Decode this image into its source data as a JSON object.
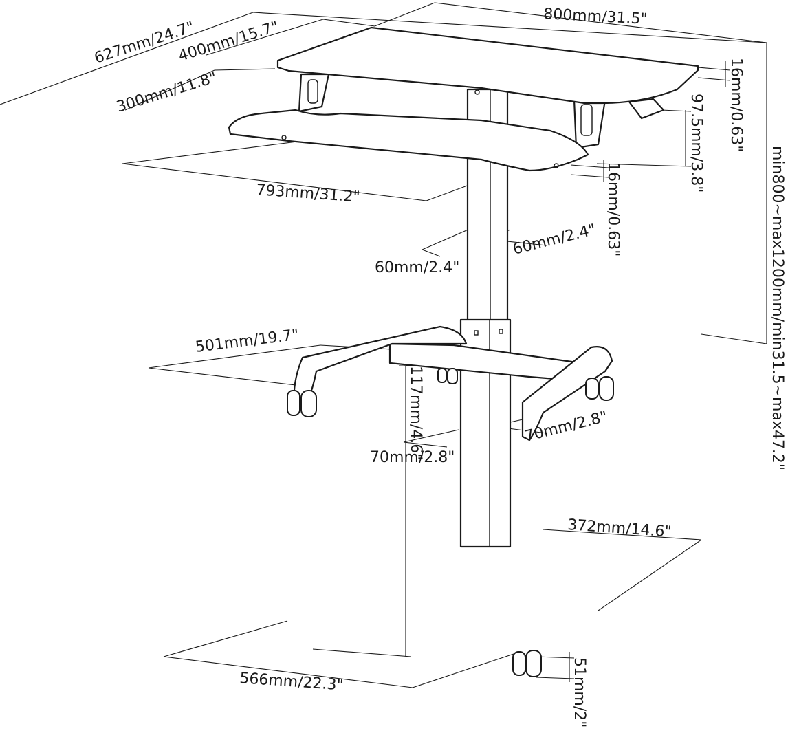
{
  "dimensions": {
    "depth_total": "627mm/24.7\"",
    "depth_top": "400mm/15.7\"",
    "depth_keyboard": "300mm/11.8\"",
    "width_top": "800mm/31.5\"",
    "width_keyboard": "793mm/31.2\"",
    "thickness_top": "16mm/0.63\"",
    "thickness_keyboard": "16mm/0.63\"",
    "gap_top_keyboard": "97.5mm/3.8\"",
    "height_range": "min800~max1200mm/min31.5~max47.2\"",
    "upper_column_a": "60mm/2.4\"",
    "upper_column_b": "60mm/2.4\"",
    "lower_column_a": "70mm/2.8\"",
    "lower_column_b": "70mm/2.8\"",
    "base_front_width": "501mm/19.7\"",
    "base_back_width": "372mm/14.6\"",
    "base_depth": "566mm/22.3\"",
    "base_height": "117mm/4.6\"",
    "caster_height": "51mm/2\""
  }
}
